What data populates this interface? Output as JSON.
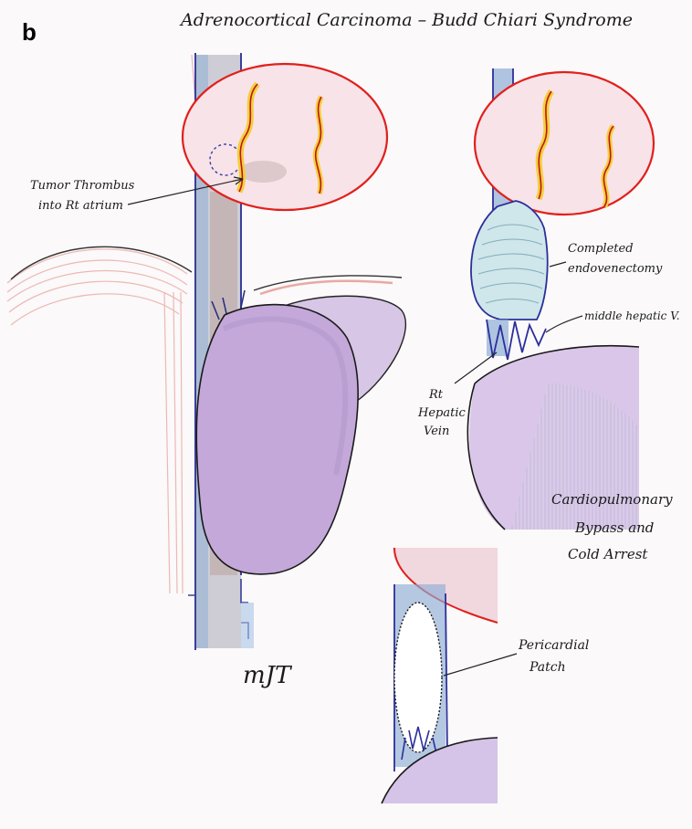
{
  "panel_label": "b",
  "title": "Adrenocortical Carcinoma – Budd Chiari Syndrome",
  "annotations": {
    "tumor_thrombus": [
      "Tumor Thrombus",
      "into Rt atrium"
    ],
    "completed_endovenectomy": [
      "Completed",
      "endovenectomy"
    ],
    "middle_hepatic": "middle hepatic V.",
    "rt_hepatic_vein": [
      "Rt",
      "Hepatic",
      "Vein"
    ],
    "bypass_note": [
      "Cardiopulmonary",
      "Bypass and",
      "Cold Arrest"
    ],
    "pericardial_patch": [
      "Pericardial",
      "Patch"
    ],
    "signature": "mJT"
  },
  "colors": {
    "paper": "#fbf9f9",
    "heart_outline": "#e0201c",
    "heart_fill": "#f7e3e8",
    "liver_fill": "#c3a8d9",
    "vein_blue": "#8eaed6",
    "ink": "#1a1a1a",
    "yellow": "#f2d03a"
  }
}
